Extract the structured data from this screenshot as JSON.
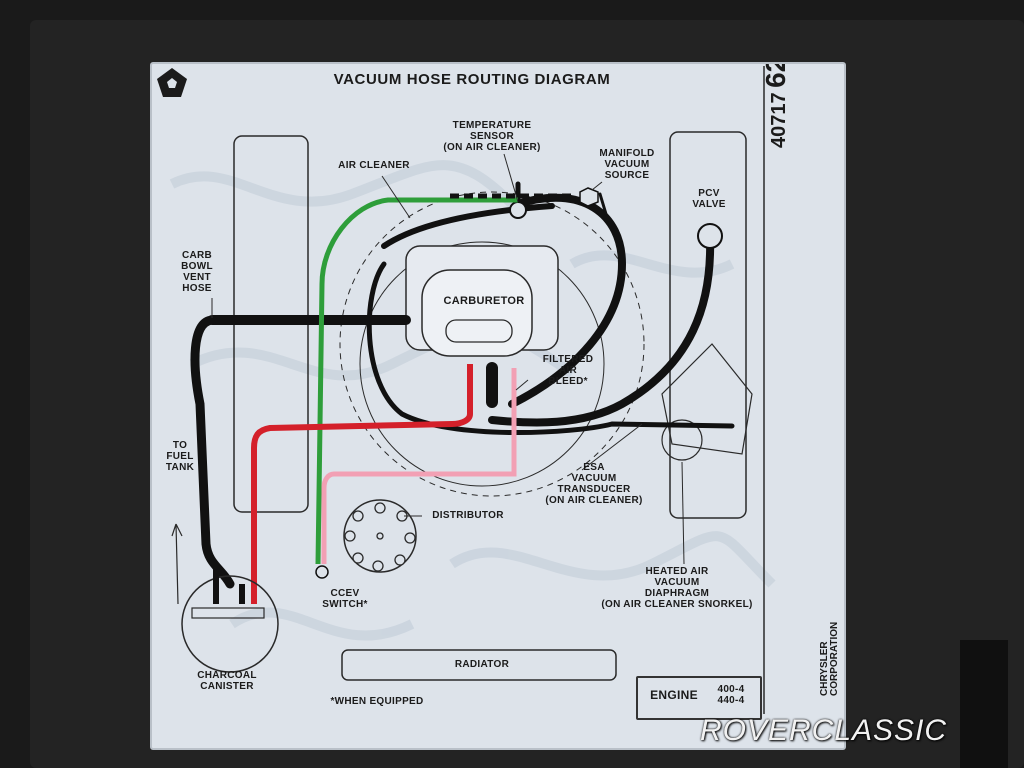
{
  "diagram": {
    "title": "VACUUM HOSE ROUTING DIAGRAM",
    "part_number": {
      "prefix": "40717",
      "suffix": "62"
    },
    "labels": {
      "temperature_sensor": "TEMPERATURE\nSENSOR\n(ON AIR CLEANER)",
      "manifold_vacuum_source": "MANIFOLD\nVACUUM\nSOURCE",
      "air_cleaner": "AIR CLEANER",
      "pcv_valve": "PCV\nVALVE",
      "carb_bowl_vent_hose": "CARB\nBOWL\nVENT\nHOSE",
      "carburetor": "CARBURETOR",
      "filtered_air_bleed": "FILTERED\nAIR\nBLEED*",
      "to_fuel_tank": "TO\nFUEL\nTANK",
      "esa_vacuum_transducer": "ESA\nVACUUM\nTRANSDUCER\n(ON AIR CLEANER)",
      "distributor": "DISTRIBUTOR",
      "heated_air_vacuum_diaphragm": "HEATED AIR\nVACUUM\nDIAPHRAGM\n(ON AIR CLEANER SNORKEL)",
      "ccev_switch": "CCEV\nSWITCH*",
      "charcoal_canister": "CHARCOAL\nCANISTER",
      "radiator": "RADIATOR",
      "when_equipped": "*WHEN EQUIPPED"
    },
    "engine": {
      "label": "ENGINE",
      "values": "400-4\n440-4"
    },
    "manufacturer": "CHRYSLER\nCORPORATION"
  },
  "watermark": "ROVERCLASSIC",
  "colors": {
    "sticker": "#dde3ea",
    "hose_black": "#111111",
    "hose_green": "#2e9e3a",
    "hose_red": "#d4202a",
    "hose_pink": "#f2a0b4",
    "line": "#2a2a2a"
  }
}
